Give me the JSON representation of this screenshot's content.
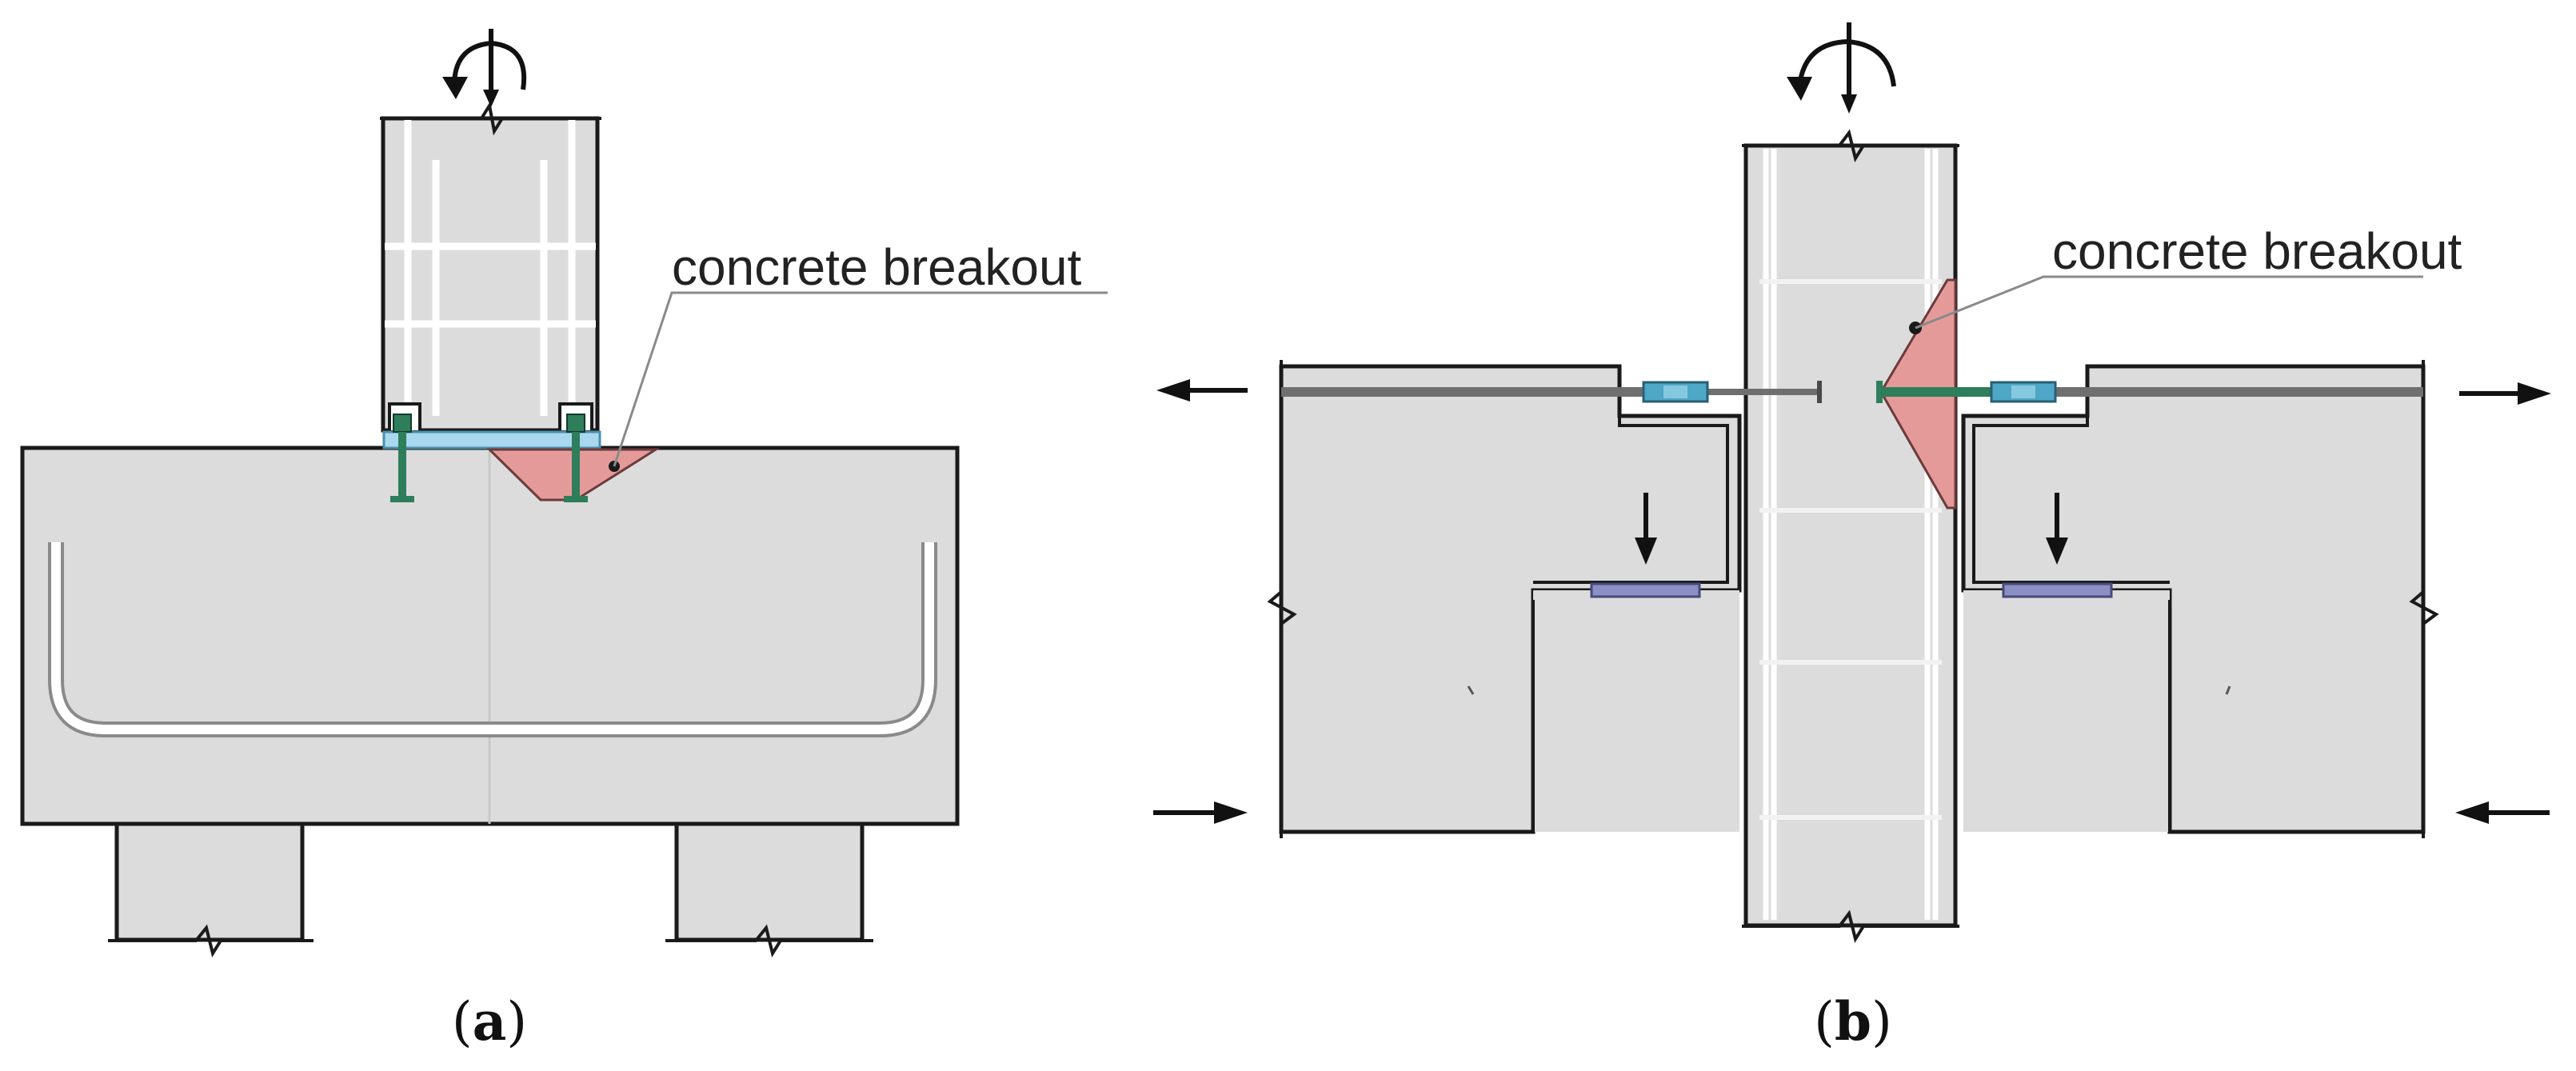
{
  "panels": [
    {
      "id": "a",
      "caption": {
        "open": "(",
        "letter": "a",
        "close": ")"
      },
      "annotation": "concrete breakout"
    },
    {
      "id": "b",
      "caption": {
        "open": "(",
        "letter": "b",
        "close": ")"
      },
      "annotation": "concrete breakout"
    }
  ],
  "colors": {
    "concrete": "#dcdcdc",
    "outline": "#1a1a1a",
    "breakout": "#e59a9a",
    "anchor": "#2e7d5b",
    "plate": "#a9d8ee",
    "bearing_pad": "#8c8fc4",
    "coupler": "#4ea7c7"
  }
}
